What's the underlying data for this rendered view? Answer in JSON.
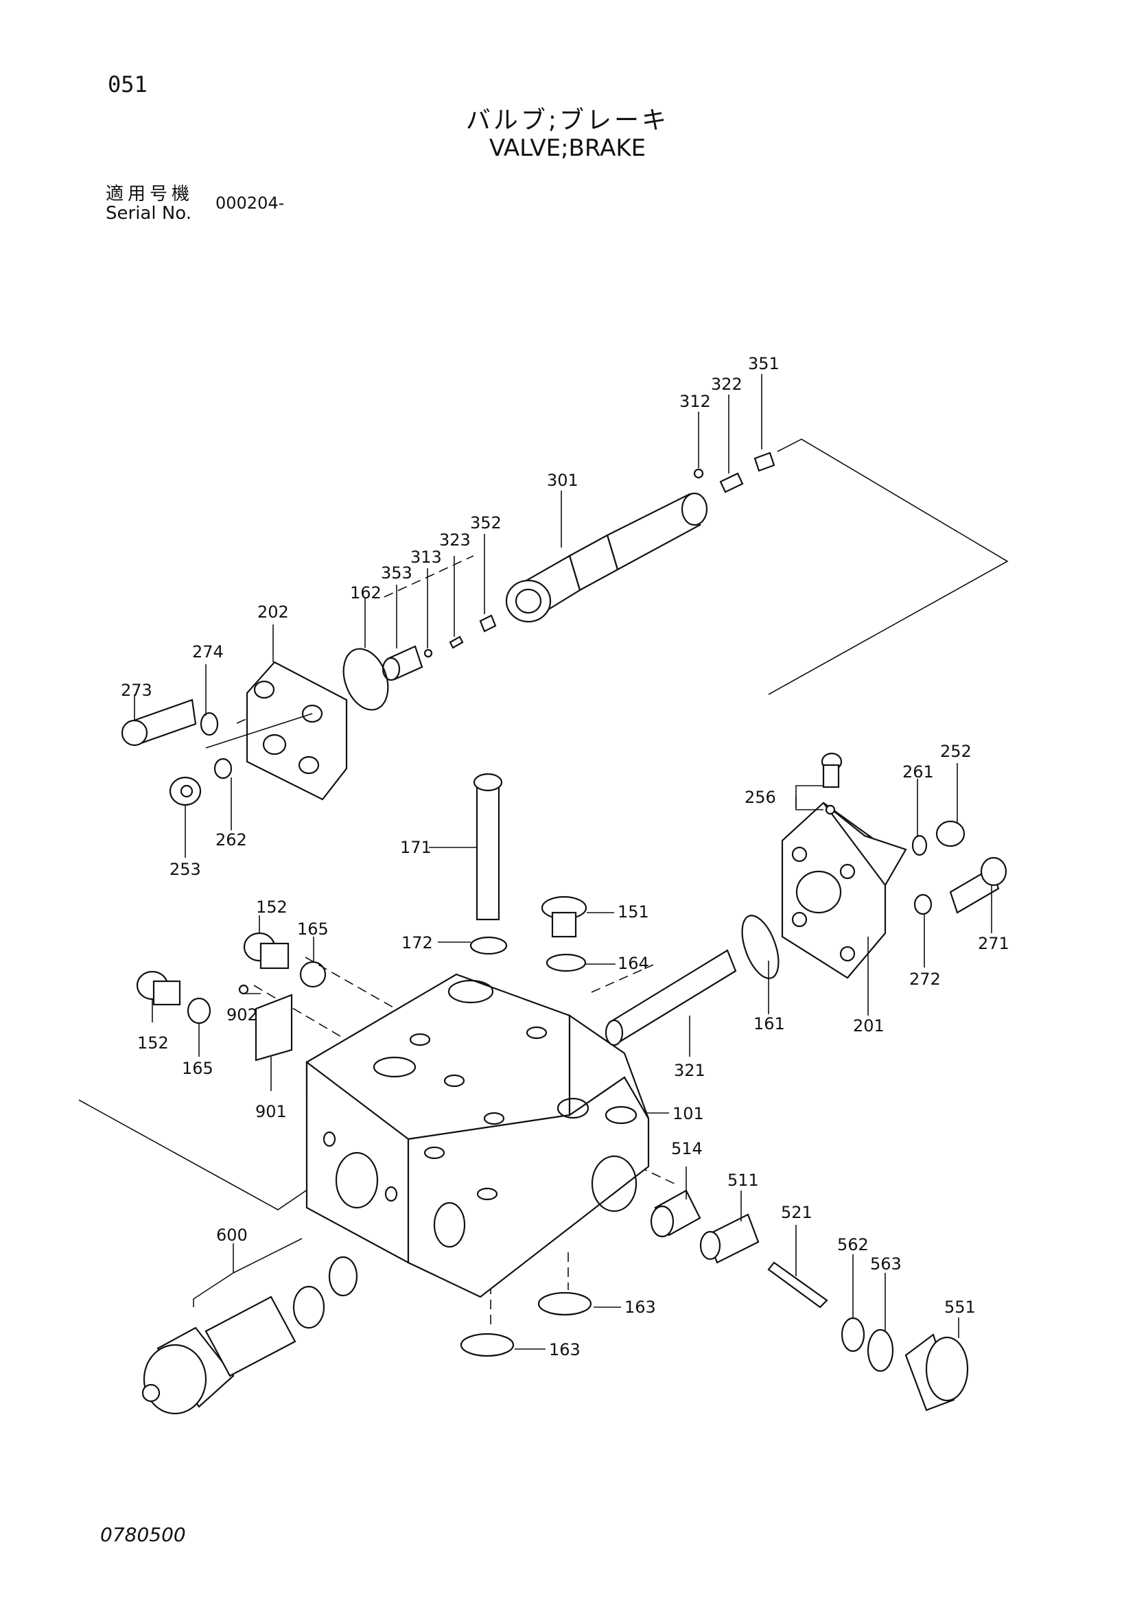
{
  "header": {
    "page_number": "051",
    "title_jp": "バルブ;ブレーキ",
    "title_en": "VALVE;BRAKE",
    "serial_label_jp": "適用号機",
    "serial_label_en": "Serial No.",
    "serial_value": "000204-"
  },
  "footer": {
    "doc_code": "0780500"
  },
  "callouts": [
    "351",
    "322",
    "312",
    "301",
    "352",
    "323",
    "313",
    "353",
    "162",
    "202",
    "274",
    "273",
    "262",
    "253",
    "171",
    "256",
    "252",
    "261",
    "151",
    "152",
    "165",
    "172",
    "164",
    "271",
    "272",
    "201",
    "161",
    "902",
    "152",
    "165",
    "321",
    "901",
    "101",
    "514",
    "511",
    "521",
    "562",
    "563",
    "551",
    "600",
    "163",
    "163"
  ]
}
